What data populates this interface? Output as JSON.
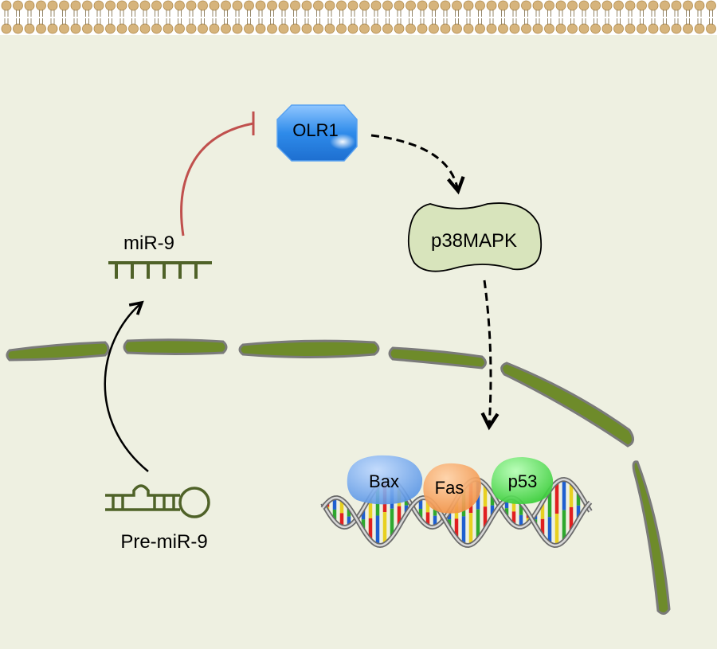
{
  "colors": {
    "cytoplasm": "#EEF0E1",
    "membrane_head": "#D6B47C",
    "nuclear_envelope": "#6E8B2A",
    "inhibition_line": "#C0504D",
    "mirna": "#4F6228",
    "olr1_fill": "#2E8BEA",
    "p38_fill": "#D8E4BC",
    "bax_fill": "#6FA8F0",
    "fas_fill": "#F5A05A",
    "p53_fill": "#4CD94C"
  },
  "labels": {
    "olr1": "OLR1",
    "p38mapk": "p38MAPK",
    "mir9": "miR-9",
    "pre_mir9": "Pre-miR-9",
    "bax": "Bax",
    "fas": "Fas",
    "p53": "p53"
  },
  "edges": [
    {
      "from": "miR-9",
      "to": "OLR1",
      "type": "inhibition"
    },
    {
      "from": "OLR1",
      "to": "p38MAPK",
      "type": "activation-dashed"
    },
    {
      "from": "p38MAPK",
      "to": "nucleus",
      "type": "activation-dashed"
    },
    {
      "from": "Pre-miR-9",
      "to": "miR-9",
      "type": "processing"
    }
  ]
}
